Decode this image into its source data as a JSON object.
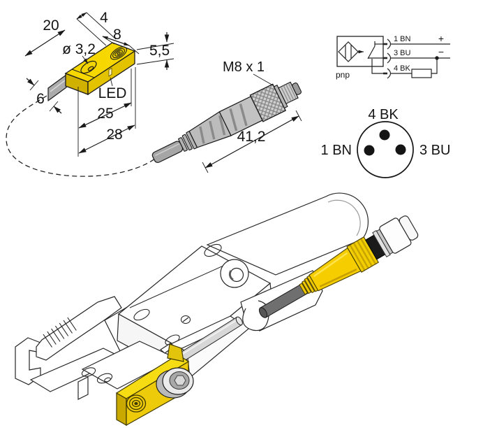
{
  "colors": {
    "sensor_yellow": "#f2d200",
    "sensor_yellow_shade": "#c9a900",
    "connector_yellow": "#f6ce00",
    "cable_gray": "#a6a6a6",
    "outline": "#1a1a1a",
    "background": "#ffffff"
  },
  "sensor_drawing": {
    "dim_width": "20",
    "dim_offset": "4",
    "dim_face": "8",
    "dim_hole": "ø 3,2",
    "dim_height": "5,5",
    "dim_cable": "6",
    "led_label": "LED",
    "dim_hole_distance": "25",
    "dim_length": "28"
  },
  "plug_drawing": {
    "thread_label": "M8 x 1",
    "dim_length": "41,2"
  },
  "wiring": {
    "output_type": "pnp",
    "wire1": "1 BN",
    "wire1_terminal": "+",
    "wire2": "3 BU",
    "wire2_terminal": "−",
    "wire3": "4 BK"
  },
  "pinout": {
    "top": "4 BK",
    "left": "1 BN",
    "right": "3 BU"
  }
}
